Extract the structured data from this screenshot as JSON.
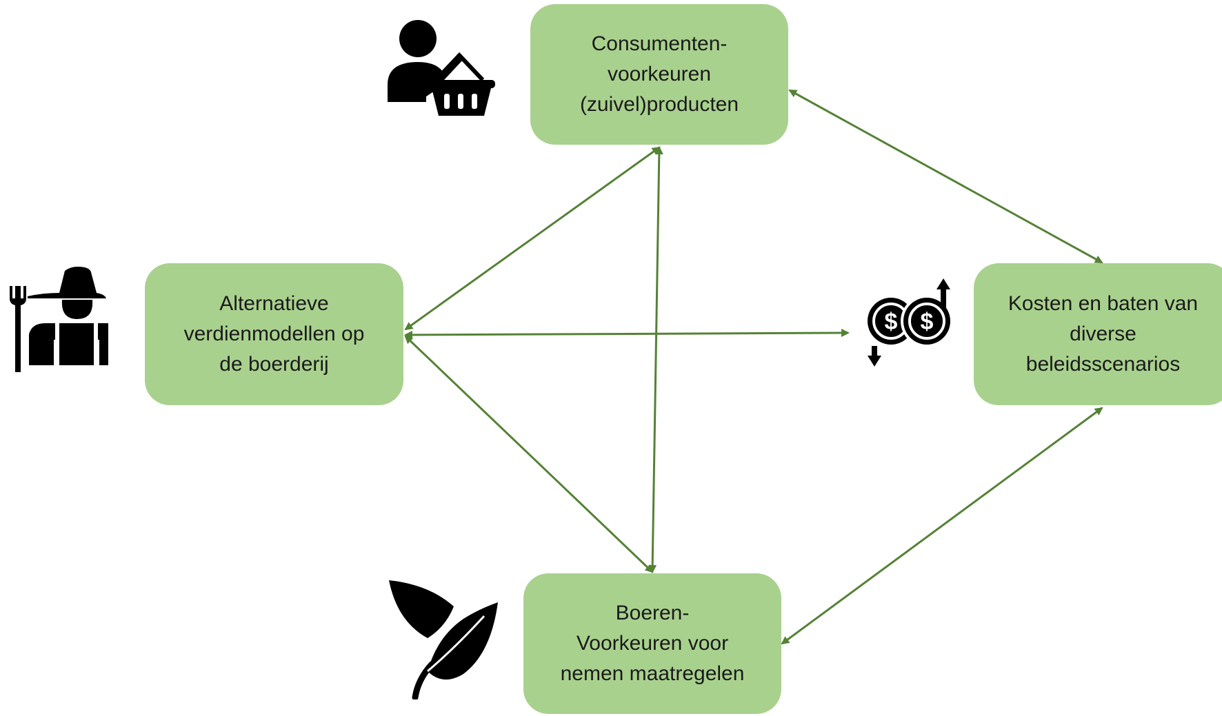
{
  "nodes": {
    "consumer": "Consumenten-\nvoorkeuren\n(zuivel)producten",
    "alternative": "Alternatieve\nverdienmodellen op\nde boerderij",
    "costs": "Kosten en baten van\ndiverse\nbeleidsscenarios",
    "farmers": "Boeren-\nVoorkeuren voor\nnemen maatregelen"
  },
  "colors": {
    "node_fill": "#a9d18e",
    "arrow": "#548235",
    "icon": "#000000"
  },
  "icons": {
    "consumer": "shopper-with-basket-icon",
    "farmer": "farmer-with-pitchfork-icon",
    "money": "money-exchange-icon",
    "leaf": "leaves-icon"
  }
}
